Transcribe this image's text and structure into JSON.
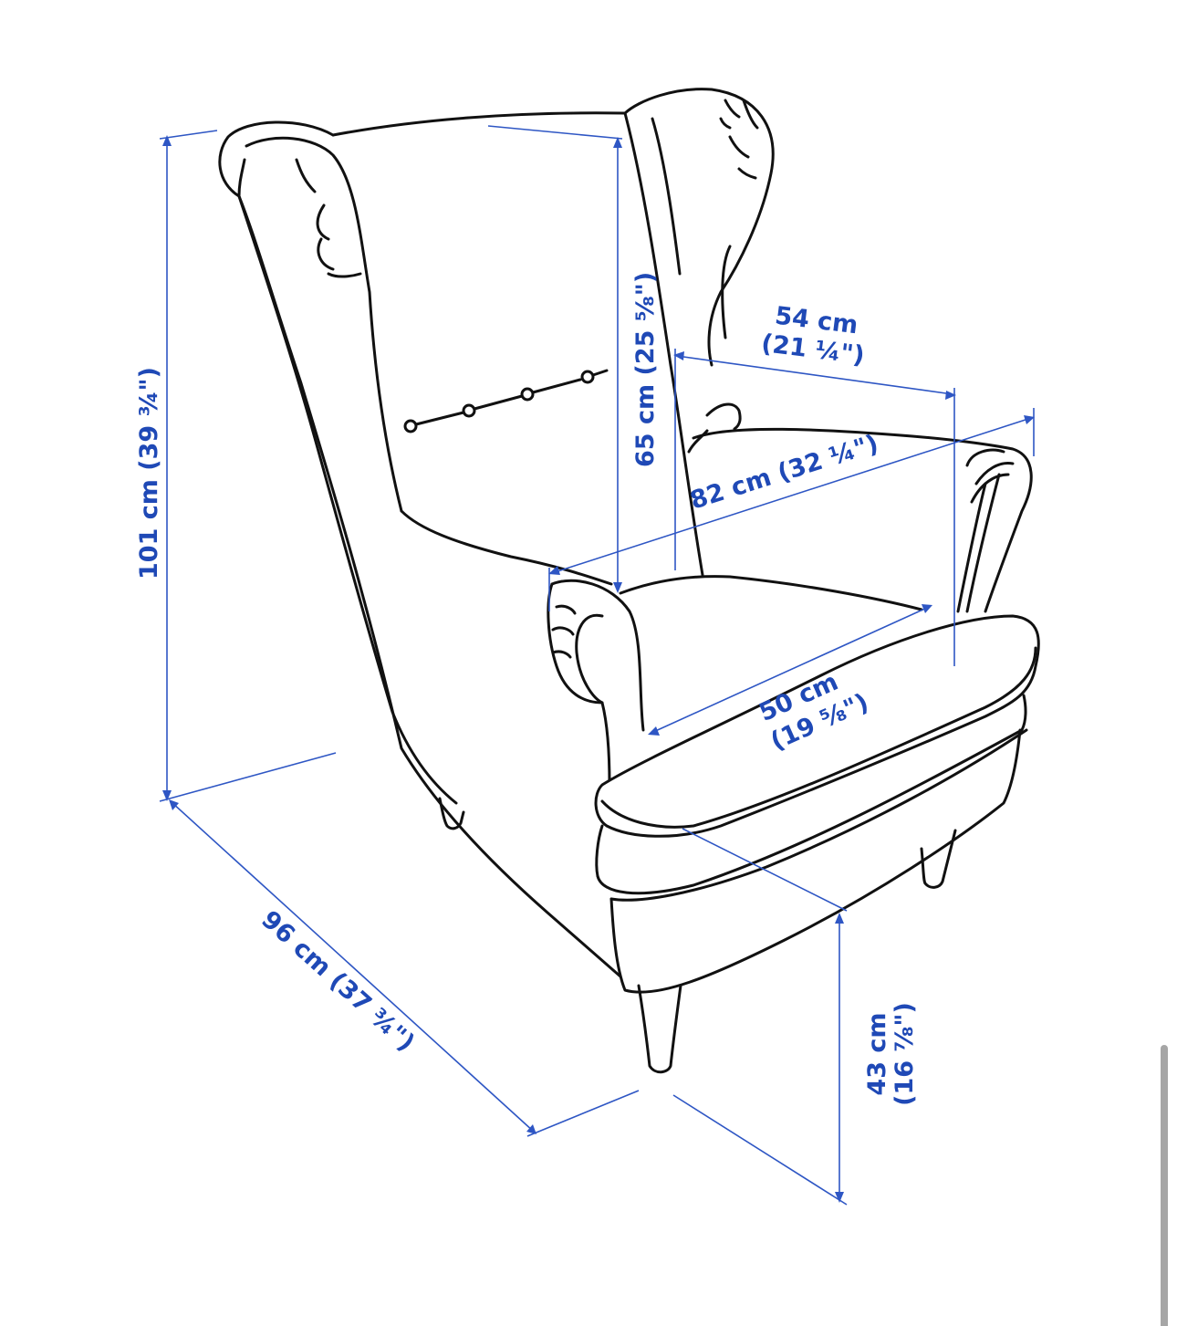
{
  "diagram": {
    "subject": "Wingback armchair dimension drawing",
    "accent_color": "#1f49b6",
    "dimensions": {
      "total_height": {
        "label": "101 cm (39 ¾\")",
        "cm": 101,
        "in": "39 3/4"
      },
      "backrest_height": {
        "label": "65 cm (25 ⅝\")",
        "cm": 65,
        "in": "25 5/8"
      },
      "seat_width": {
        "line1": "54 cm",
        "line2": "(21 ¼\")",
        "cm": 54,
        "in": "21 1/4"
      },
      "total_width": {
        "label": "82 cm (32 ¼\")",
        "cm": 82,
        "in": "32 1/4"
      },
      "seat_depth": {
        "line1": "50 cm",
        "line2": "(19 ⅝\")",
        "cm": 50,
        "in": "19 5/8"
      },
      "total_depth": {
        "label": "96 cm (37 ¾\")",
        "cm": 96,
        "in": "37 3/4"
      },
      "seat_height": {
        "line1": "43 cm",
        "line2": "(16 ⅞\")",
        "cm": 43,
        "in": "16 7/8"
      }
    }
  },
  "scrollbar": {
    "position": "bottom"
  }
}
